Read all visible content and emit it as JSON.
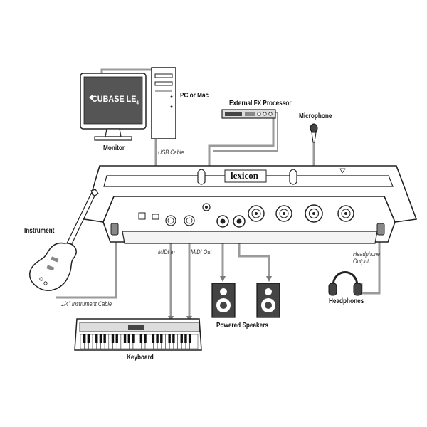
{
  "labels": {
    "pc_or_mac": "PC or Mac",
    "monitor": "Monitor",
    "usb_cable": "USB Cable",
    "external_fx_processor": "External FX Processor",
    "microphone": "Microphone",
    "instrument": "Instrument",
    "instrument_cable": "1/4\" Instrument Cable",
    "midi_in": "MIDI In",
    "midi_out": "MIDI Out",
    "headphone_output": "Headphone\nOutput",
    "headphones": "Headphones",
    "powered_speakers": "Powered Speakers",
    "keyboard": "Keyboard"
  },
  "screen": {
    "logo_text": "CUBASE LE",
    "logo_sub": "4"
  },
  "interface": {
    "brand": "lexicon"
  }
}
